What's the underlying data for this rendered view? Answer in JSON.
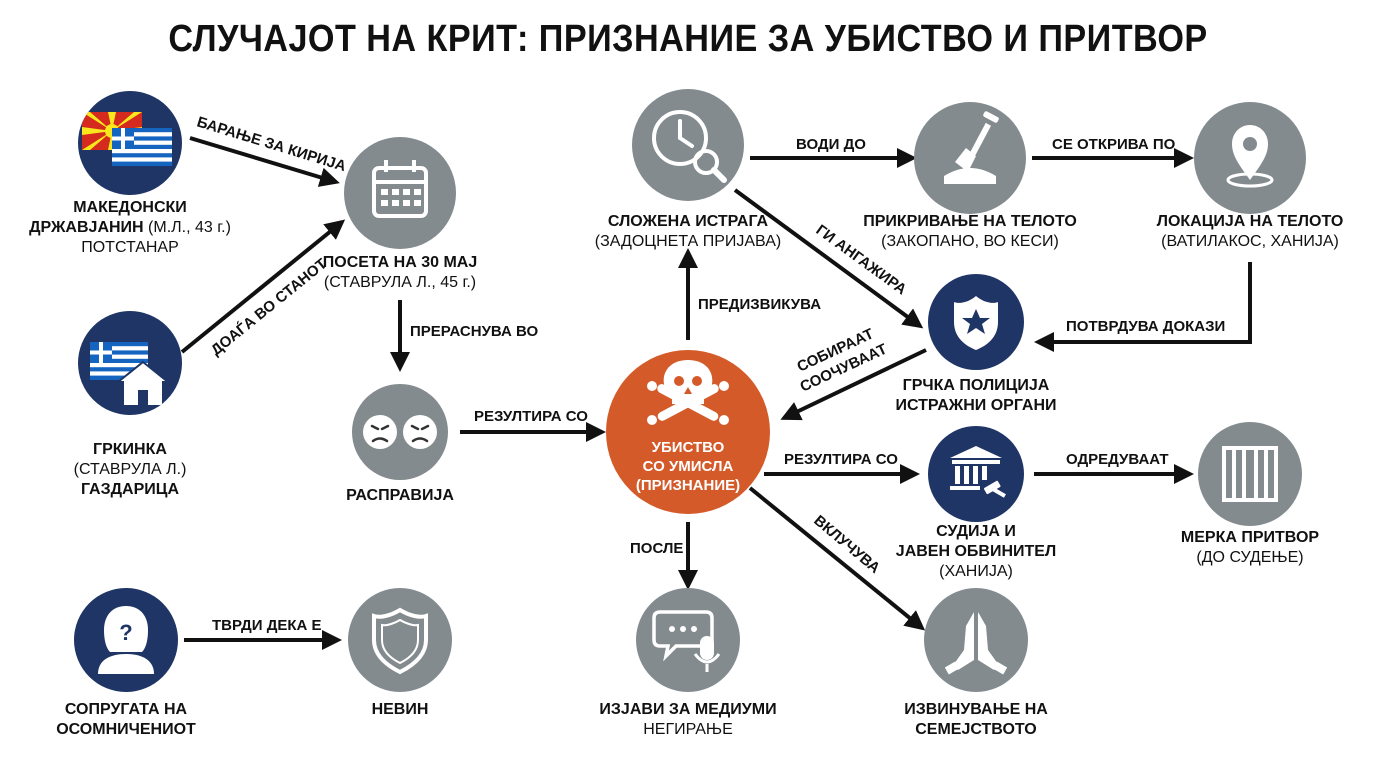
{
  "title": "СЛУЧАЈОТ НА КРИТ: ПРИЗНАНИЕ ЗА УБИСТВО И ПРИТВОР",
  "colors": {
    "gray": "#838b8f",
    "navy": "#1e3566",
    "orange": "#d45a2a",
    "arrow": "#111111"
  },
  "nodes": {
    "macedonian": {
      "icon": "macedonia-greece-flags-icon",
      "line1": "МАКЕДОНСКИ",
      "line2_bold": "ДРЖАВЈАНИН",
      "line2_normal": " (М.Л., 43 г.)",
      "line3": "ПОТСТАНАР"
    },
    "greek_woman": {
      "icon": "greek-flag-house-icon",
      "line1": "ГРКИНКА",
      "line2": "(СТАВРУЛА Л.)",
      "line3": "ГАЗДАРИЦА"
    },
    "visit": {
      "icon": "calendar-icon",
      "line1": "ПОСЕТА НА 30 МАЈ",
      "line2": "(СТАВРУЛА Л., 45 г.)"
    },
    "quarrel": {
      "icon": "angry-faces-icon",
      "line1": "РАСПРАВИЈА"
    },
    "murder": {
      "icon": "skull-crossbones-icon",
      "line1": "УБИСТВО",
      "line2": "СО УМИСЛА",
      "line3": "(ПРИЗНАНИЕ)"
    },
    "investigation": {
      "icon": "clock-magnifier-icon",
      "line1": "СЛОЖЕНА ИСТРАГА",
      "line2": "(ЗАДОЦНЕТА ПРИЈАВА)"
    },
    "concealment": {
      "icon": "shovel-icon",
      "line1": "ПРИКРИВАЊЕ НА ТЕЛОТО",
      "line2": "(ЗАКОПАНО, ВО КЕСИ)"
    },
    "location": {
      "icon": "location-pin-icon",
      "line1": "ЛОКАЦИЈА НА ТЕЛОТО",
      "line2": "(ВАТИЛАКОС, ХАНИЈА)"
    },
    "police": {
      "icon": "police-badge-icon",
      "line1": "ГРЧКА ПОЛИЦИЈА",
      "line2": "ИСТРАЖНИ ОРГАНИ"
    },
    "judge": {
      "icon": "courthouse-gavel-icon",
      "line1": "СУДИЈА И",
      "line2": "ЈАВЕН ОБВИНИТЕЛ",
      "line3": "(ХАНИЈА)"
    },
    "detention": {
      "icon": "jail-bars-icon",
      "line1": "МЕРКА ПРИТВОР",
      "line2": "(ДО СУДЕЊЕ)"
    },
    "spouse": {
      "icon": "person-question-icon",
      "line1": "СОПРУГАТА НА",
      "line2": "ОСОМНИЧЕНИОТ"
    },
    "innocent": {
      "icon": "shield-icon",
      "line1": "НЕВИН"
    },
    "media": {
      "icon": "speech-bubble-microphone-icon",
      "line1": "ИЗЈАВИ ЗА МЕДИУМИ",
      "line2": "НЕГИРАЊЕ"
    },
    "apology": {
      "icon": "praying-hands-icon",
      "line1": "ИЗВИНУВАЊЕ НА",
      "line2": "СЕМЕЈСТВОТО"
    }
  },
  "edges": {
    "rent": "БАРАЊЕ ЗА КИРИЈА",
    "came_to_apt": "ДОАЃА ВО СТАНОТ",
    "turns_into": "ПРЕРАСНУВА ВО",
    "results_in_1": "РЕЗУЛТИРА СО",
    "provokes": "ПРЕДИЗВИКУВА",
    "leads_to": "ВОДИ ДО",
    "discovered_by": "СЕ ОТКРИВА ПО",
    "engages": "ГИ АНГАЖИРА",
    "confirms": "ПОТВРДУВА ДОКАЗИ",
    "collect": "СОБИРААТ",
    "confront": "СООЧУВААТ",
    "results_in_2": "РЕЗУЛТИРА СО",
    "order": "ОДРЕДУВААТ",
    "after": "ПОСЛЕ",
    "includes": "ВКЛУЧУВА",
    "claims": "ТВРДИ ДЕКА Е"
  }
}
